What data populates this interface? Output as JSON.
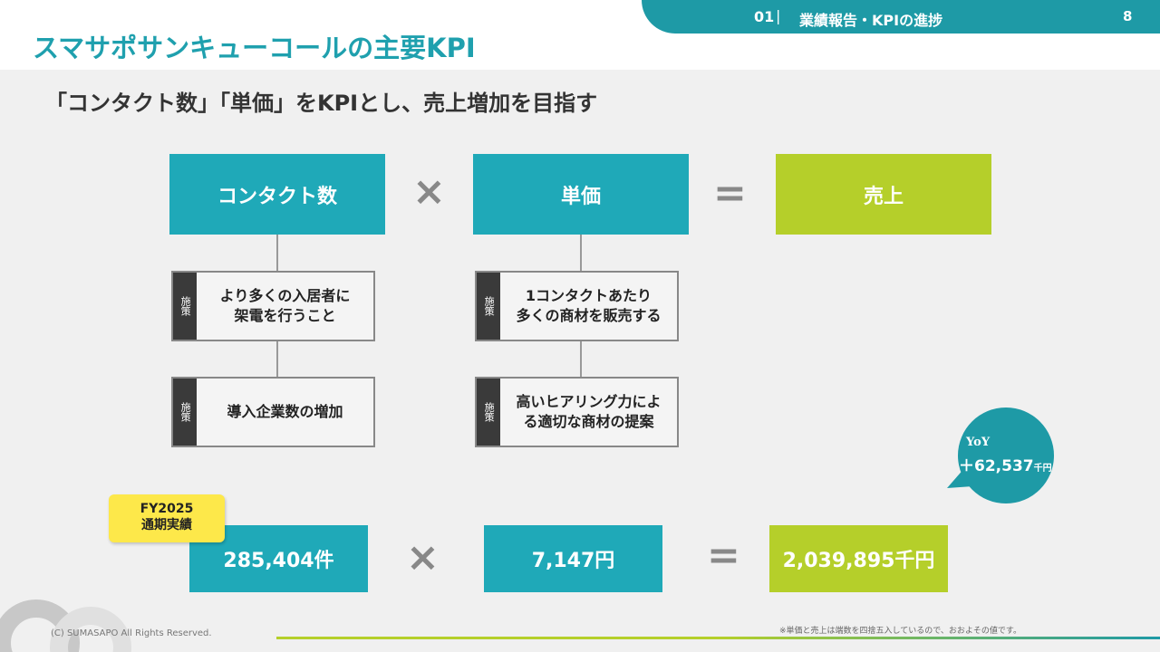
{
  "header": {
    "section_number": "01",
    "section_title": "業績報告・KPIの進捗",
    "page_number": "8",
    "title": "スマサポサンキューコールの主要KPI"
  },
  "subtitle": "「コンタクト数」「単価」をKPIとし、売上増加を目指す",
  "formula": {
    "kpi1": "コンタクト数",
    "kpi2": "単価",
    "result": "売上",
    "times": "×",
    "equals": "="
  },
  "measure_label": "施策",
  "measures": {
    "left": [
      "より多くの入居者に\n架電を行うこと",
      "導入企業数の増加"
    ],
    "right": [
      "1コンタクトあたり\n多くの商材を販売する",
      "高いヒアリング力によ\nる適切な商材の提案"
    ]
  },
  "results": {
    "period_label": "FY2025\n通期実績",
    "contacts": "285,404件",
    "unit_price": "7,147円",
    "sales": "2,039,895千円"
  },
  "yoy": {
    "label": "YoY",
    "value": "＋62,537",
    "unit": "千円"
  },
  "footer": {
    "copyright": "(C) SUMASAPO All Rights Reserved.",
    "note": "※単価と売上は端数を四捨五入しているので、おおよその値です。"
  },
  "colors": {
    "teal": "#1fa9b8",
    "lime": "#b5cf2a",
    "yellow": "#fde84a"
  }
}
